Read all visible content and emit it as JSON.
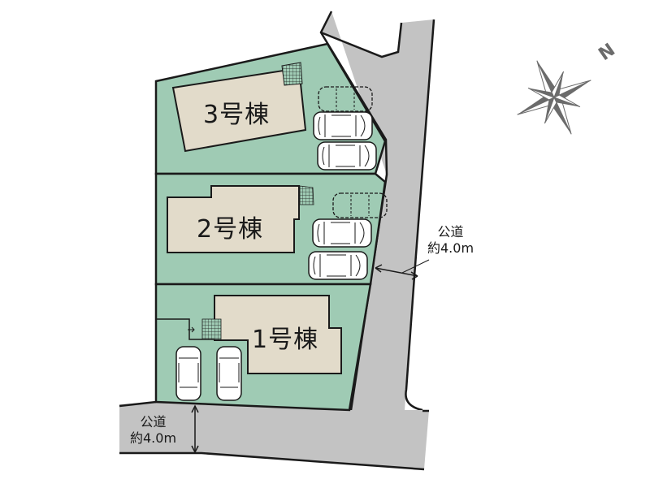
{
  "colors": {
    "lot_fill": "#9fcbb4",
    "building_fill": "#e2dbca",
    "road_fill": "#c3c3c3",
    "outline": "#1a1a1a",
    "compass": "#6b6b6b"
  },
  "buildings": [
    {
      "id": 1,
      "label": "1号棟"
    },
    {
      "id": 2,
      "label": "2号棟"
    },
    {
      "id": 3,
      "label": "3号棟"
    }
  ],
  "roads": {
    "east": {
      "line1": "公道",
      "line2": "約4.0m"
    },
    "south": {
      "line1": "公道",
      "line2": "約4.0m"
    }
  },
  "compass": {
    "north_label": "N"
  }
}
